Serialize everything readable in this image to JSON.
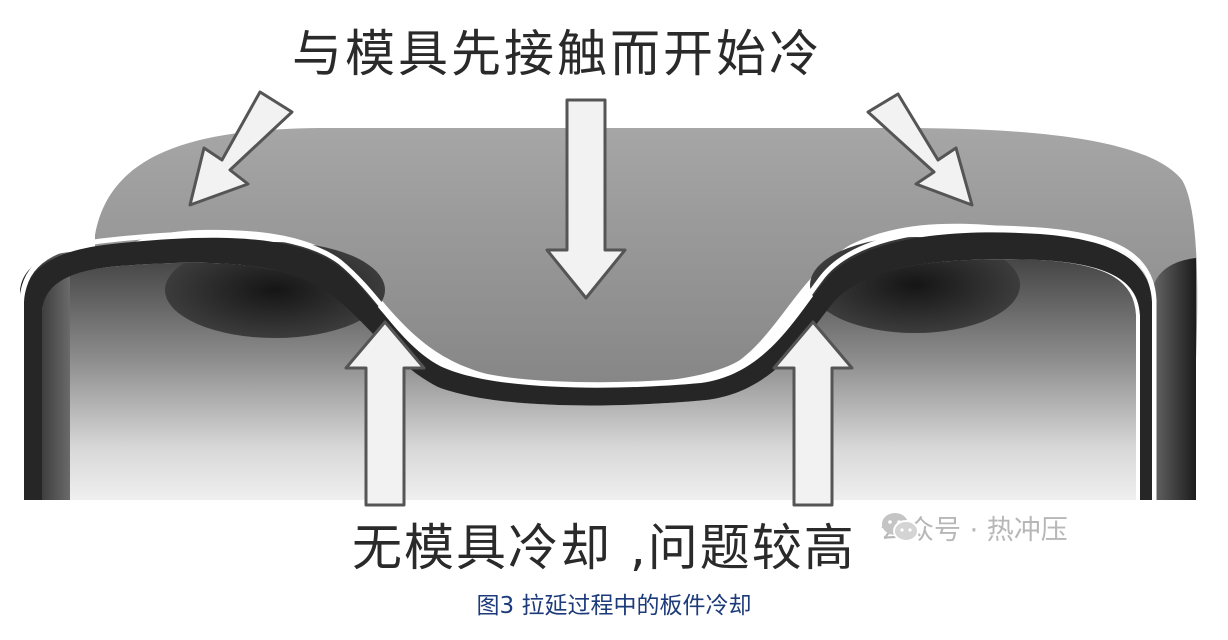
{
  "figure": {
    "top_label": "与模具先接触而开始冷",
    "bottom_label": "无模具冷却 ,问题较高",
    "watermark": "公众号 · 热冲压",
    "watermark_icon": "wechat-logo-icon",
    "caption": "图3 拉延过程中的板件冷却",
    "colors": {
      "caption": "#1d3a7a",
      "arrow_fill": "#f2f2f2",
      "arrow_stroke": "#555555",
      "die_surface": "#8d8d8d",
      "sheet_outline": "#ffffff"
    }
  }
}
